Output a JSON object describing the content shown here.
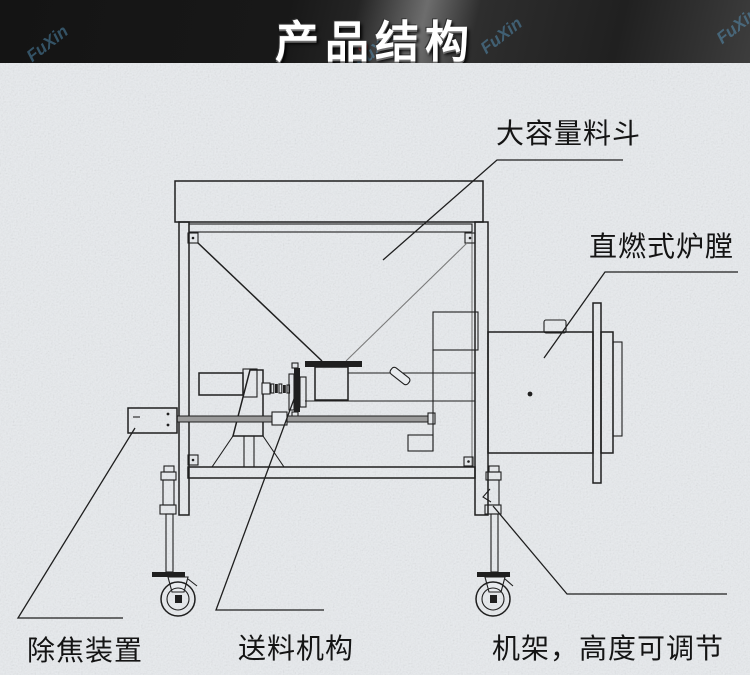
{
  "banner": {
    "title": "产品结构",
    "watermark_text": "FuXin"
  },
  "labels": {
    "hopper": "大容量料斗",
    "furnace": "直燃式炉膛",
    "decoking": "除焦装置",
    "feeder": "送料机构",
    "frame": "机架，高度可调节"
  },
  "colors": {
    "background": "#e8ebee",
    "line": "#1f1f1f",
    "banner_bg": "#191919",
    "title": "#ffffff",
    "watermark": "#5fa8d6",
    "metal": "#9a9a9a"
  }
}
